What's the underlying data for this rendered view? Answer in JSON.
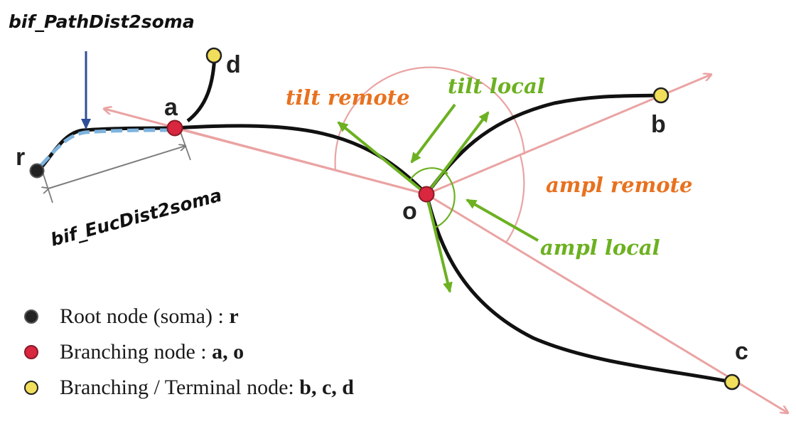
{
  "colors": {
    "pink_line": "#eaa3a3",
    "green": "#6cb121",
    "orange": "#e8711f",
    "blue_arrow": "#2e4f96",
    "blue_dashed": "#7db3de",
    "root_node": "#222222",
    "branch_node": "#d8273e",
    "terminal_node": "#f1de5a",
    "gray_measure": "#7c7c7c"
  },
  "annotations": {
    "path_dist": "bif_PathDist2soma",
    "euc_dist": "bif_EucDist2soma",
    "tilt_remote": "tilt remote",
    "tilt_local": "tilt local",
    "ampl_remote": "ampl remote",
    "ampl_local": "ampl local"
  },
  "nodes": {
    "r": "r",
    "a": "a",
    "d": "d",
    "o": "o",
    "b": "b",
    "c": "c"
  },
  "legend": [
    {
      "icon": "root-node-dot",
      "color": "#222222",
      "text": "Root node (soma) : ",
      "bold": "r"
    },
    {
      "icon": "branching-node-dot",
      "color": "#d8273e",
      "text": "Branching node : ",
      "bold": "a, o"
    },
    {
      "icon": "terminal-node-dot",
      "color": "#f1de5a",
      "text": "Branching / Terminal node: ",
      "bold": "b, c, d"
    }
  ]
}
